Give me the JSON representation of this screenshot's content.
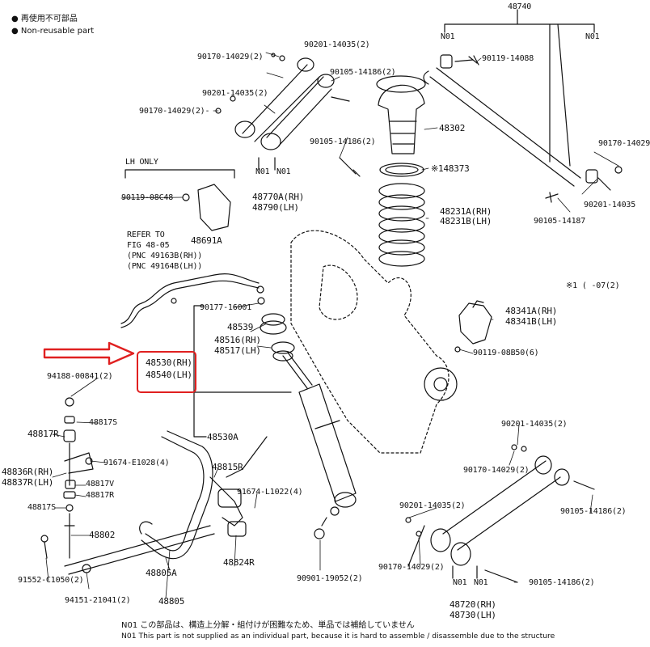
{
  "legend": {
    "jp": "● 再使用不可部品",
    "en": "● Non-reusable part"
  },
  "labels": {
    "p48740": "48740",
    "n01_a": "N01",
    "n01_b": "N01",
    "p90119_14088": "90119-14088",
    "p90170_14029_r": "90170-14029",
    "p90201_14035_r": "90201-14035",
    "p90105_14187": "90105-14187",
    "p48302": "48302",
    "p48373": "※148373",
    "p48231a": "48231A(RH)",
    "p48231b": "48231B(LH)",
    "p90201_14035_t1": "90201-14035(2)",
    "p90170_14029_t1": "90170-14029(2)",
    "p90105_14186_t1": "90105-14186(2)",
    "p90201_14035_t2": "90201-14035(2)",
    "p90170_14029_t2": "90170-14029(2)-",
    "p90105_14186_t2": "90105-14186(2)",
    "n01_c": "N01",
    "n01_d": "N01",
    "p48770a": "48770A(RH)",
    "p48790": "48790(LH)",
    "lh_only": "LH ONLY",
    "p90119_08c48": "90119-08C48",
    "p48691a": "48691A",
    "refer1": "REFER TO",
    "refer2": "FIG 48-05",
    "refer3": "(PNC 49163B(RH))",
    "refer4": "(PNC 49164B(LH))",
    "p90177_16001": "90177-16001",
    "p48539": "48539",
    "p48516": "48516(RH)",
    "p48517": "48517(LH)",
    "p48530": "48530(RH)",
    "p48540": "48540(LH)",
    "p48530a": "48530A",
    "note1": "※1 (   -07(2)",
    "p48341a": "48341A(RH)",
    "p48341b": "48341B(LH)",
    "p90119_08b50": "90119-08B50(6)",
    "p94188_00841": "94188-00841(2)",
    "p48817r_a": "48817R",
    "p48817s_a": "48817S",
    "p48836r": "48836R(RH)",
    "p48837r": "48837R(LH)",
    "p91674_e1028": "91674-E1028(4)",
    "p48817v": "48817V",
    "p48817r_b": "48817R",
    "p48817s_b": "48817S",
    "p48802": "48802",
    "p91552_c1050": "91552-C1050(2)",
    "p94151_21041": "94151-21041(2)",
    "p48815r": "48815R",
    "p91674_l1022": "91674-L1022(4)",
    "p48824r": "48824R",
    "p48805a": "48805A",
    "p48805": "48805",
    "p90901_19052": "90901-19052(2)",
    "p90201_14035_b1": "90201-14035(2)",
    "p90170_14029_b1": "90170-14029(2)",
    "p90105_14186_b1": "90105-14186(2)",
    "p90201_14035_b2": "90201-14035(2)",
    "p90170_14029_b2": "90170-14029(2)",
    "p90105_14186_b2": "90105-14186(2)",
    "n01_e": "N01",
    "n01_f": "N01",
    "p48720": "48720(RH)",
    "p48730": "48730(LH)"
  },
  "footer": {
    "jp": "N01  この部品は、構造上分解・組付けが困難なため、単品では補給していません",
    "en": "N01  This part is not supplied as an individual part, because it is hard to assemble / disassemble due to the structure"
  },
  "colors": {
    "highlight": "#e02020",
    "line": "#111111"
  }
}
